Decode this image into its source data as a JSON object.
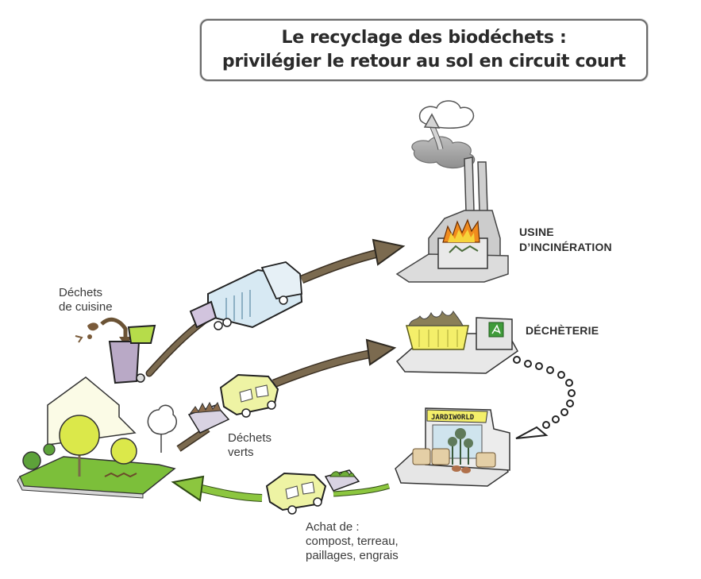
{
  "title": {
    "line1": "Le recyclage des biodéchets :",
    "line2": "privilégier le retour au sol en circuit court"
  },
  "labels": {
    "incineration": {
      "line1": "USINE",
      "line2": "D’INCINÉRATION"
    },
    "decheterie": {
      "line1": "DÉCHÈTERIE"
    },
    "kitchen_waste": {
      "line1": "Déchets",
      "line2": "de cuisine"
    },
    "green_waste": {
      "line1": "Déchets",
      "line2": "verts"
    },
    "purchase": {
      "line1": "Achat de :",
      "line2": "compost, terreau,",
      "line3": "paillages, engrais"
    },
    "store_sign": "JARDIWORLD"
  },
  "flows": [
    {
      "from": "kitchen-bin",
      "to": "incineration-plant",
      "via": "garbage-truck",
      "color": "#7b6a4f"
    },
    {
      "from": "garden-house",
      "to": "decheterie",
      "via": "green-waste-car",
      "color": "#7b6a4f"
    },
    {
      "from": "decheterie",
      "to": "garden-store",
      "style": "dotted"
    },
    {
      "from": "garden-store",
      "to": "garden-house",
      "via": "purchase-car",
      "color": "#8cc63f"
    }
  ],
  "colors": {
    "brown_arrow": "#7b6a4f",
    "green_arrow": "#8cc63f",
    "vehicle_yellow": "#eef3a4",
    "truck_blue": "#d7e9f3",
    "bin_purple": "#b9a9c6",
    "lawn_green": "#7cbf3a",
    "tree_yellow": "#dbe84a",
    "sign_green": "#3f9b3a",
    "sign_yellow": "#f4ef6a"
  }
}
